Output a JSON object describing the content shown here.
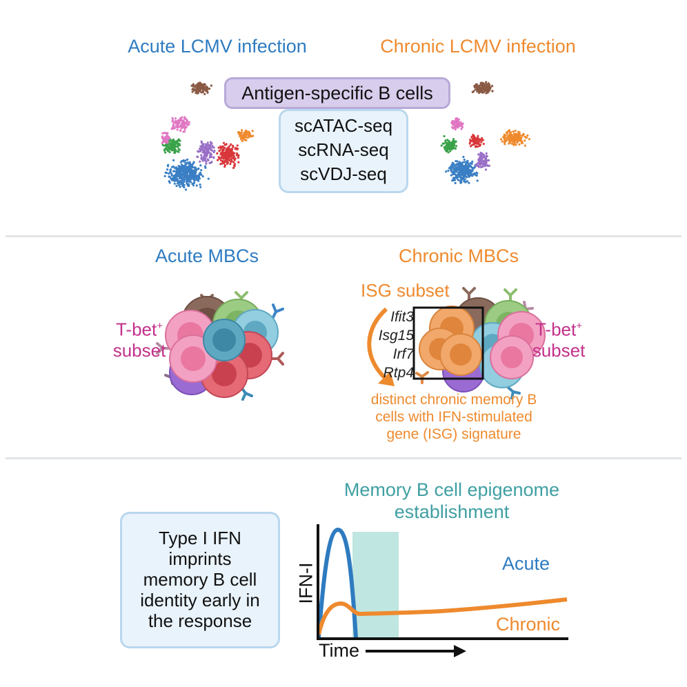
{
  "panel1": {
    "acute_title": "Acute LCMV infection",
    "chronic_title": "Chronic LCMV infection",
    "antigen_label": "Antigen-specific B cells",
    "assays": [
      "scATAC-seq",
      "scRNA-seq",
      "scVDJ-seq"
    ]
  },
  "panel2": {
    "acute_title": "Acute MBCs",
    "chronic_title": "Chronic MBCs",
    "tbet_label": "T-bet",
    "tbet_sup": "+",
    "subset_label": "subset",
    "isg_subset": "ISG subset",
    "genes": [
      "Ifit3",
      "Isg15",
      "Irf7",
      "Rtp4"
    ],
    "isg_description": [
      "distinct chronic memory B",
      "cells with IFN-stimulated",
      "gene (ISG) signature"
    ]
  },
  "panel3": {
    "conclusion": [
      "Type I IFN",
      "imprints",
      "memory B cell",
      "identity early in",
      "the response"
    ],
    "epigenome_title": [
      "Memory B cell epigenome",
      "establishment"
    ],
    "ylabel": "IFN-I",
    "xlabel": "Time",
    "acute_label": "Acute",
    "chronic_label": "Chronic"
  },
  "colors": {
    "acute": "#2e7bc0",
    "chronic": "#ee8a2e",
    "tbet": "#c3318a",
    "teal": "#3f9fa2",
    "teal_band": "#bfe6e0",
    "pill_fill": "#d8cdec",
    "box_fill": "#e9f3fb"
  }
}
